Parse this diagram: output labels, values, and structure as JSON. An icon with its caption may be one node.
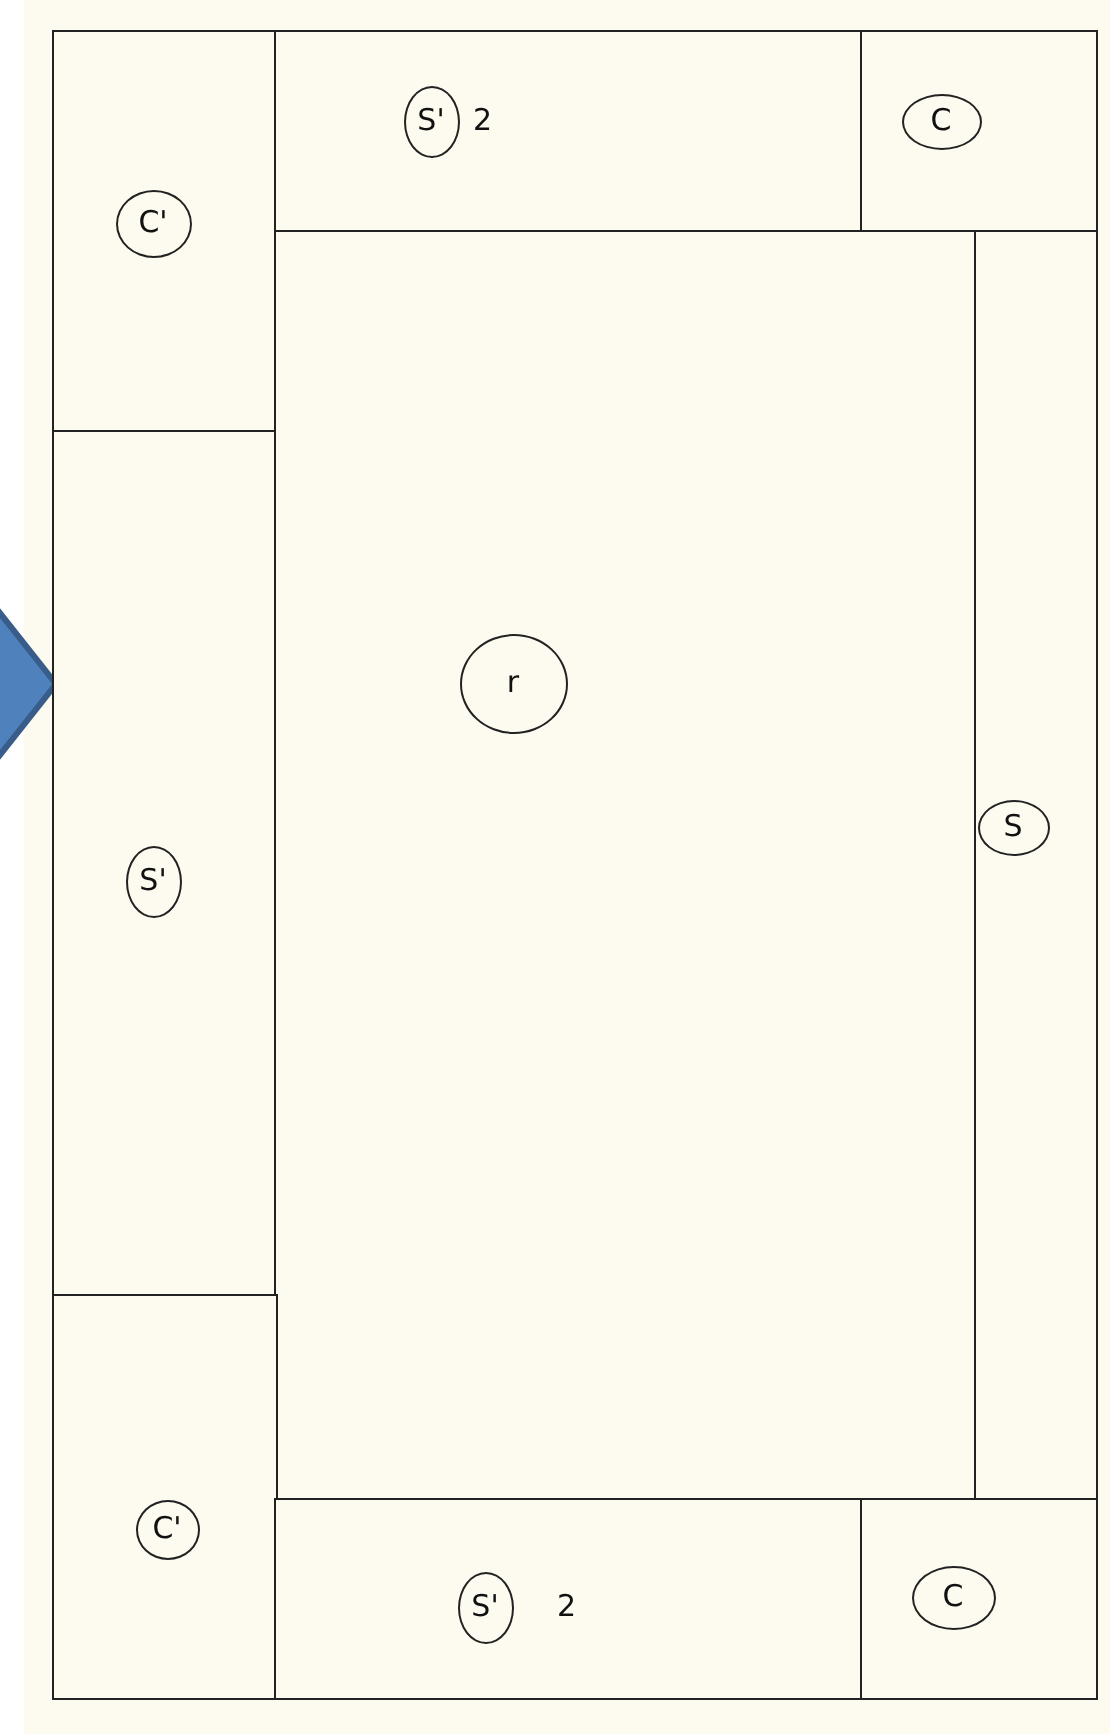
{
  "diagram": {
    "nodes": [
      {
        "text": [],
        "shape": "box"
      },
      {
        "text": [
          "C'"
        ],
        "in": 0
      },
      {
        "text": [],
        "shape": "box"
      },
      {
        "text": [
          "S'"
        ],
        "in": 2,
        "beside": [
          "2"
        ]
      },
      {
        "text": [],
        "shape": "box"
      },
      {
        "text": [
          "C"
        ],
        "in": 4
      },
      {
        "text": [],
        "shape": "box"
      },
      {
        "text": [
          "S'"
        ],
        "in": 6
      },
      {
        "text": [],
        "shape": "box"
      },
      {
        "text": [
          "r"
        ],
        "in": 8
      },
      {
        "text": [],
        "shape": "box"
      },
      {
        "text": [
          "S"
        ],
        "in": 10
      },
      {
        "text": [],
        "shape": "box"
      },
      {
        "text": [
          "C'"
        ],
        "in": 12
      },
      {
        "text": [],
        "shape": "box"
      },
      {
        "text": [
          "S'"
        ],
        "in": 14,
        "beside": [
          "2"
        ]
      },
      {
        "text": [],
        "shape": "box"
      },
      {
        "text": [
          "C"
        ],
        "in": 16
      }
    ],
    "edges": [
      {
        "from": null,
        "to": 6,
        "arrow": "to"
      }
    ]
  }
}
